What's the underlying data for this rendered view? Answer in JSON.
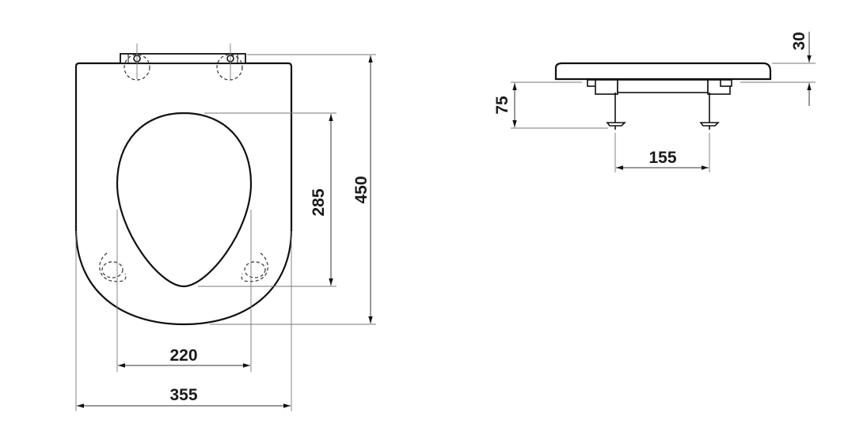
{
  "dimensions": {
    "top_view": {
      "overall_width": "355",
      "opening_width": "220",
      "opening_length": "285",
      "overall_length": "450"
    },
    "side_view": {
      "thickness": "30",
      "hinge_depth": "75",
      "hinge_spacing": "155"
    }
  }
}
